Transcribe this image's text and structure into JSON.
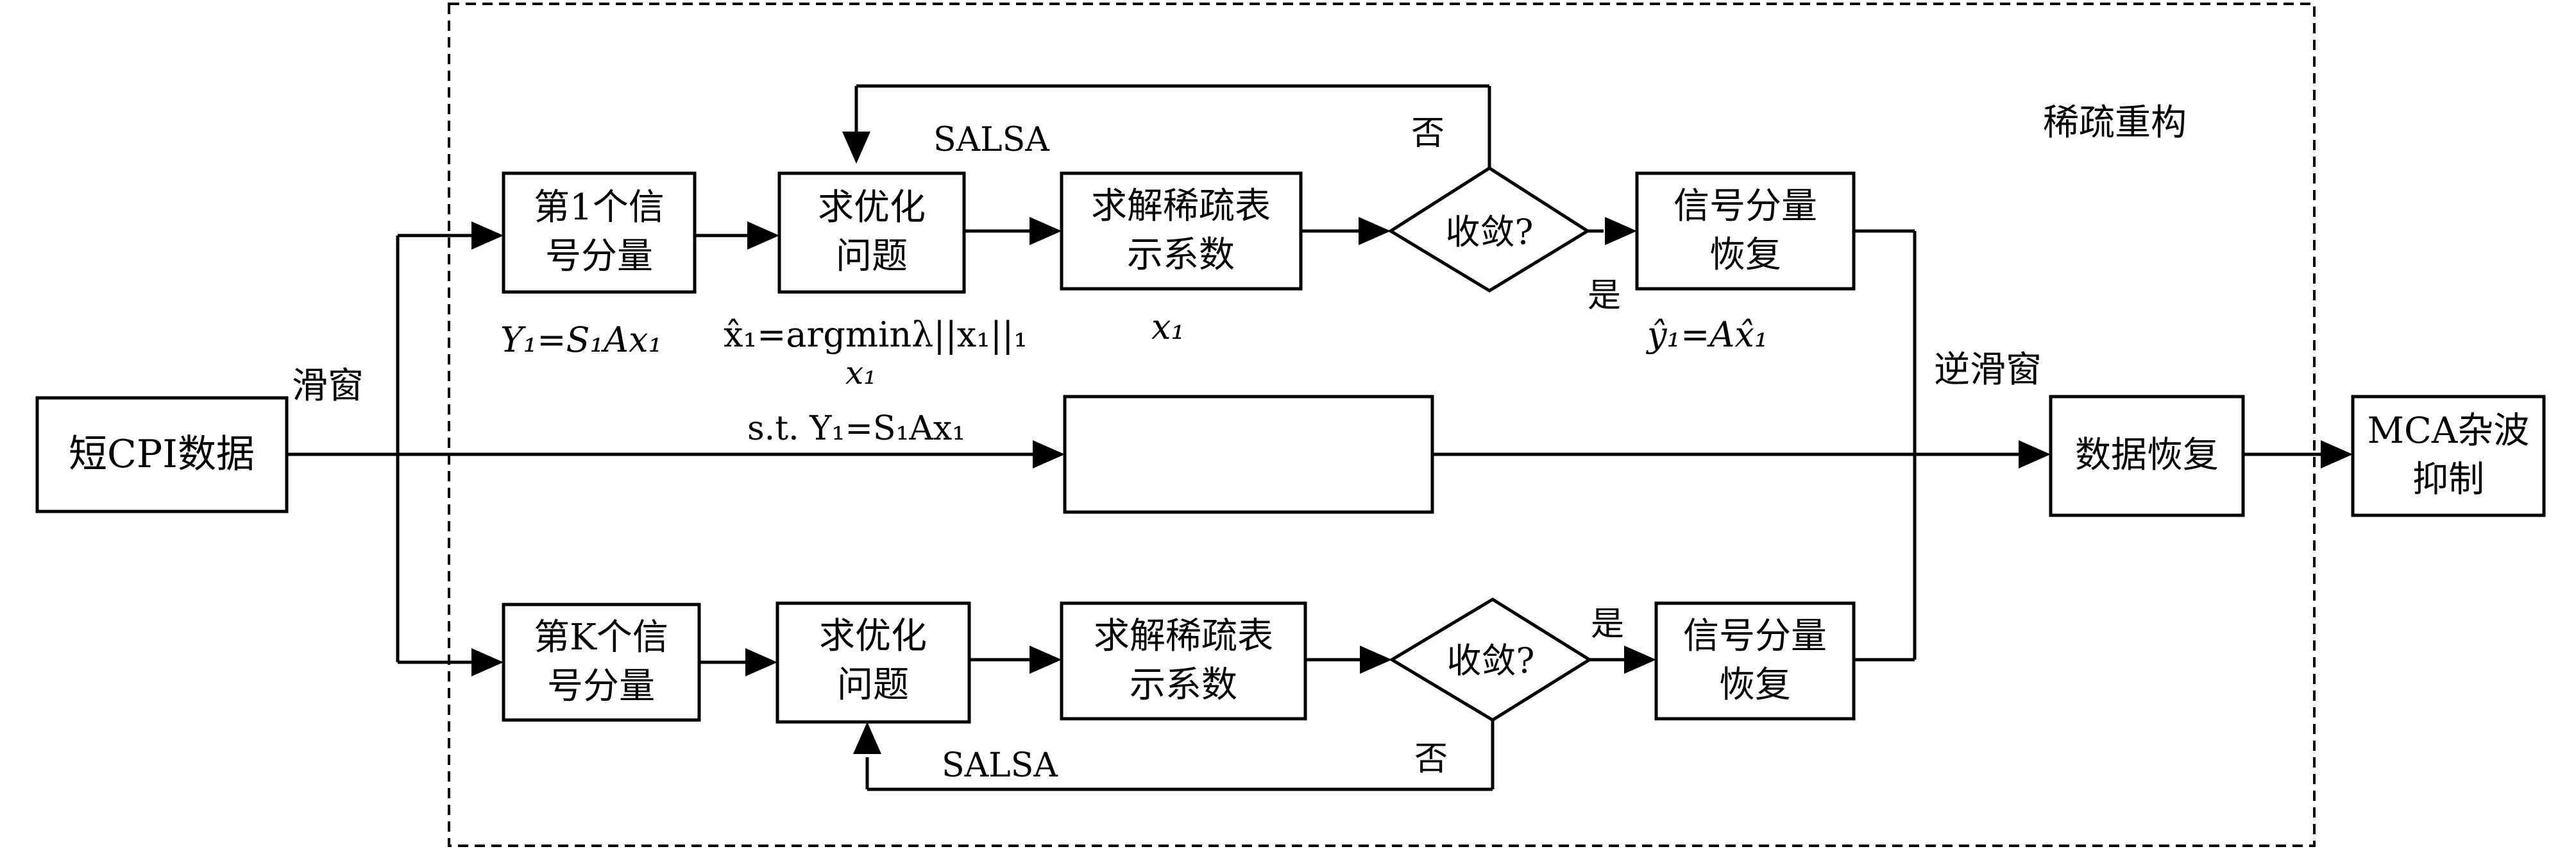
{
  "region_label": "稀疏重构",
  "input_box": "短CPI数据",
  "sliding_window": "滑窗",
  "inverse_sliding_window": "逆滑窗",
  "data_recovery": "数据恢复",
  "mca_box": [
    "MCA杂波",
    "抑制"
  ],
  "top_branch": {
    "component": [
      "第1个信",
      "号分量"
    ],
    "optimize": [
      "求优化",
      "问题"
    ],
    "solve": [
      "求解稀疏表",
      "示系数"
    ],
    "converge": "收敛?",
    "restore": [
      "信号分量",
      "恢复"
    ],
    "salsa": "SALSA",
    "no": "否",
    "yes": "是",
    "formula_y": "Y₁=S₁Ax₁",
    "formula_opt_1": "x̂₁=argminλ||x₁||₁",
    "formula_opt_2": "x₁",
    "formula_opt_3": "s.t.  Y₁=S₁Ax₁",
    "formula_coef": "x₁",
    "formula_restore": "ŷ₁=Ax̂₁"
  },
  "bottom_branch": {
    "component": [
      "第K个信",
      "号分量"
    ],
    "optimize": [
      "求优化",
      "问题"
    ],
    "solve": [
      "求解稀疏表",
      "示系数"
    ],
    "converge": "收敛?",
    "restore": [
      "信号分量",
      "恢复"
    ],
    "salsa": "SALSA",
    "no": "否",
    "yes": "是"
  }
}
